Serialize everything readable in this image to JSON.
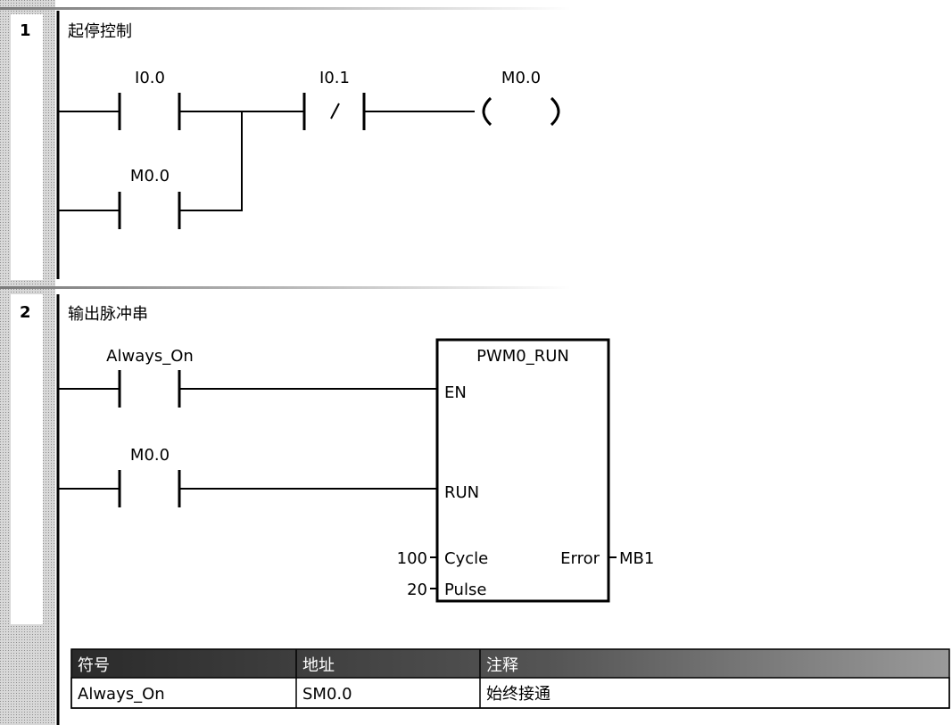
{
  "networks": [
    {
      "number": "1",
      "title": "起停控制",
      "contacts": [
        {
          "label": "I0.0",
          "type": "NO"
        },
        {
          "label": "I0.1",
          "type": "NC"
        },
        {
          "label": "M0.0",
          "type": "NO"
        }
      ],
      "coil": {
        "label": "M0.0"
      }
    },
    {
      "number": "2",
      "title": "输出脉冲串",
      "contacts": [
        {
          "label": "Always_On",
          "type": "NO"
        },
        {
          "label": "M0.0",
          "type": "NO"
        }
      ],
      "block": {
        "name": "PWM0_RUN",
        "inputs": [
          "EN",
          "RUN",
          "Cycle",
          "Pulse"
        ],
        "outputs": [
          "Error"
        ],
        "cycle_value": "100",
        "pulse_value": "20",
        "error_value": "MB1"
      }
    }
  ],
  "symbol_table": {
    "headers": [
      "符号",
      "地址",
      "注释"
    ],
    "rows": [
      [
        "Always_On",
        "SM0.0",
        "始终接通"
      ]
    ]
  },
  "colors": {
    "gutter": "#c8c8c8",
    "header_dark": "#2f2f2f",
    "header_light": "#8a8a8a"
  }
}
